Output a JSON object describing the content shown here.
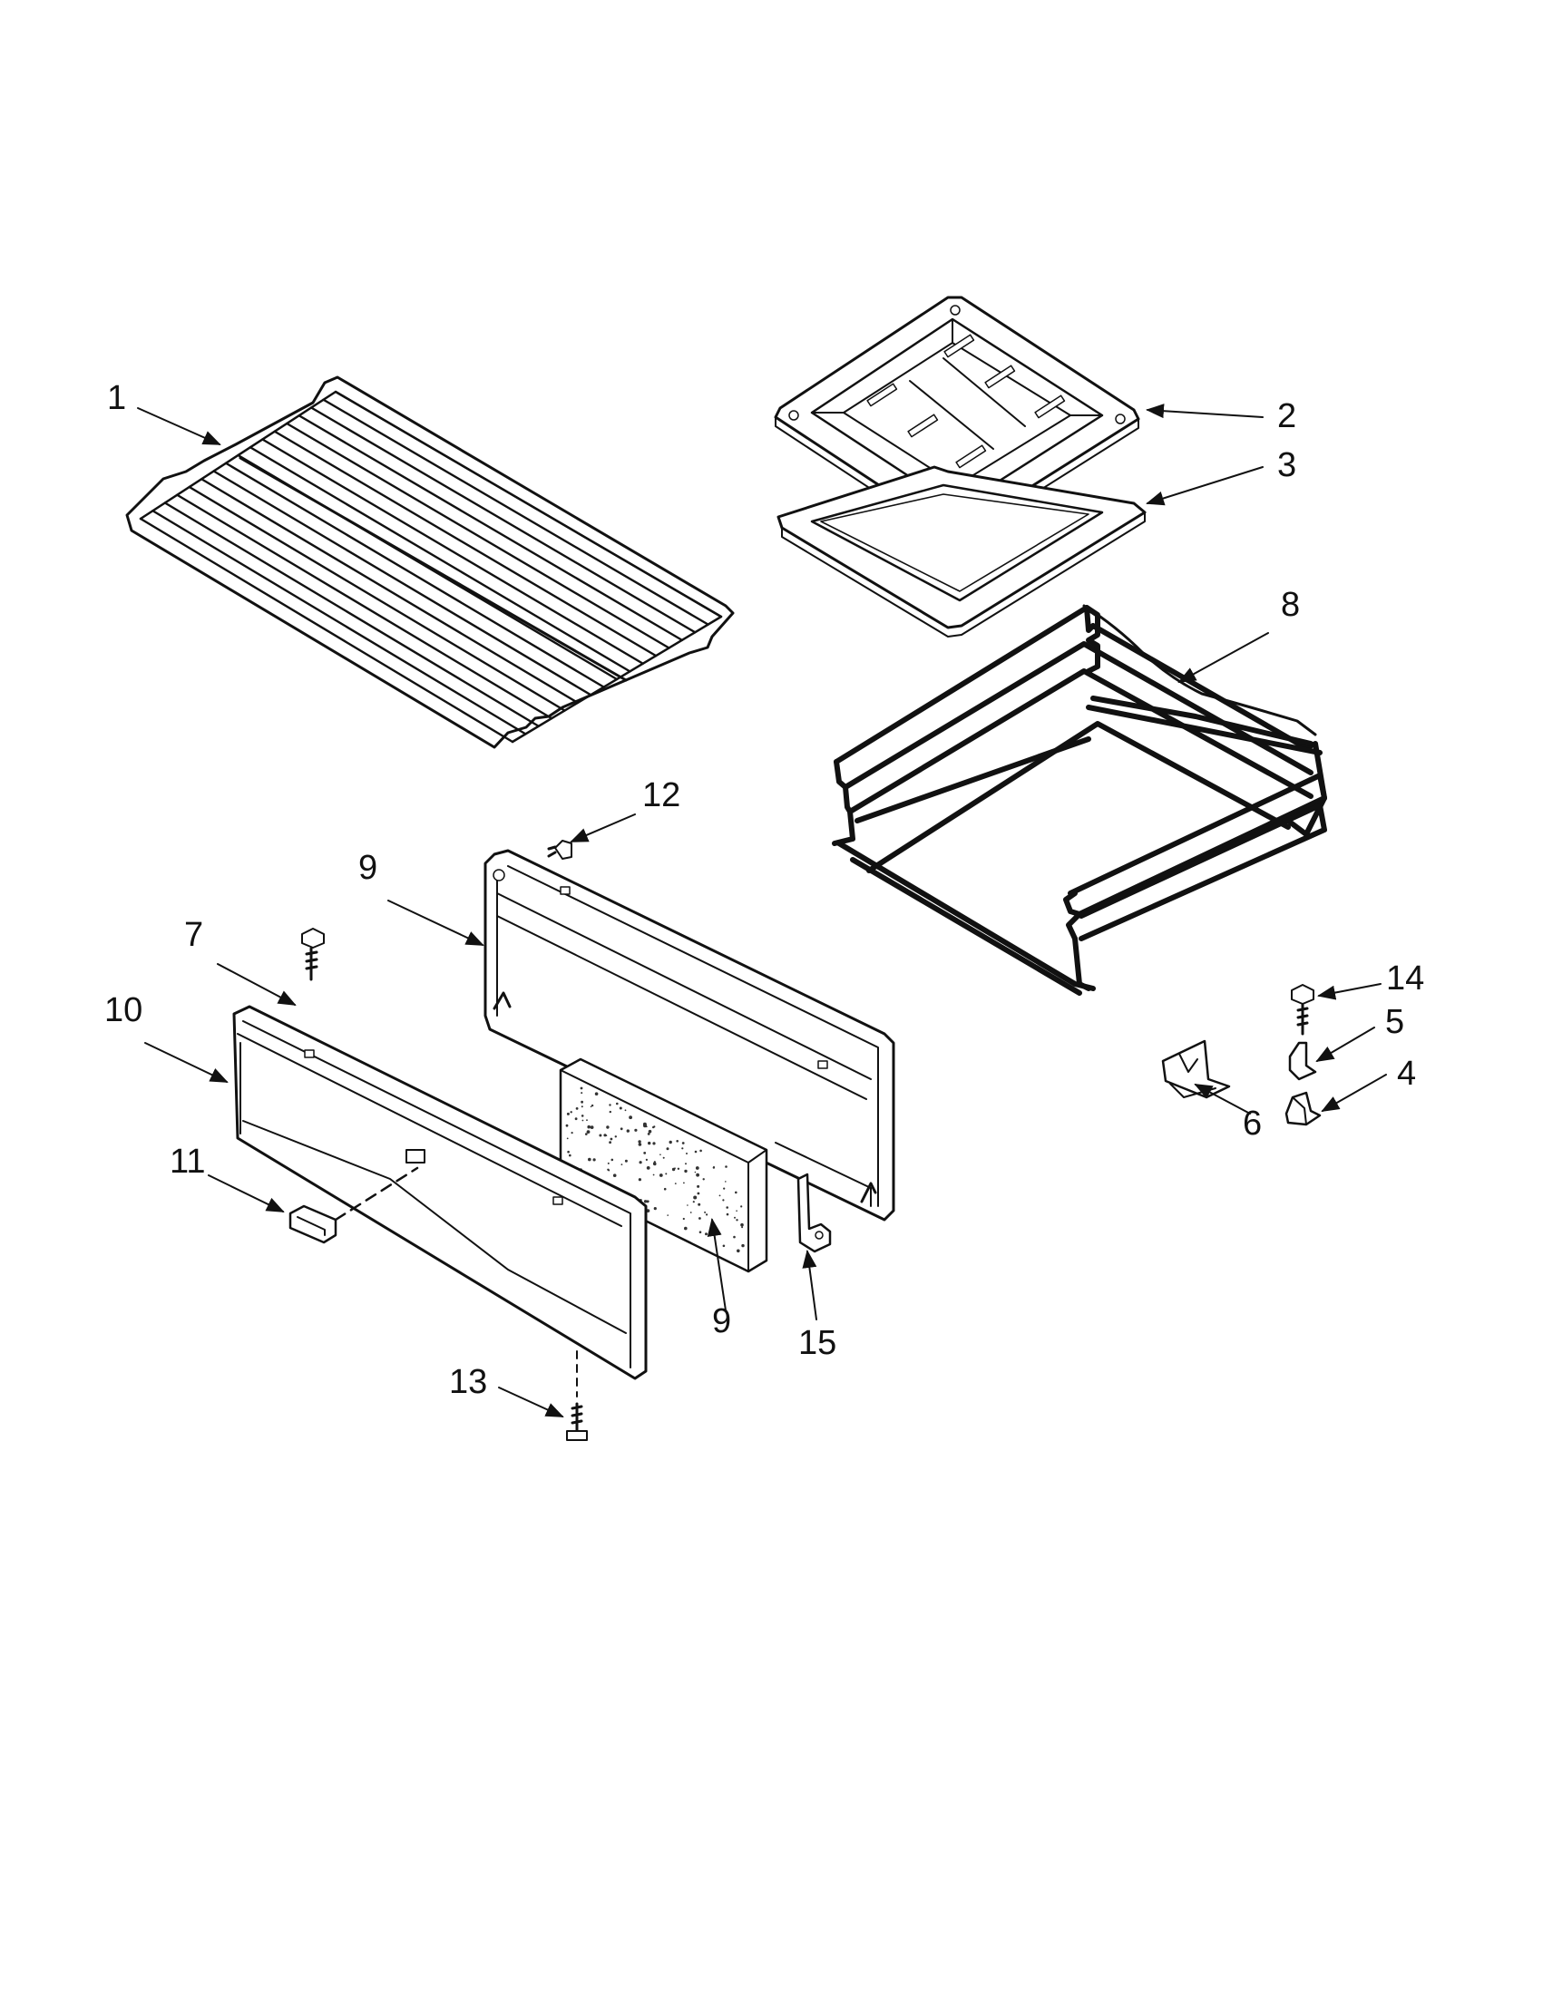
{
  "diagram": {
    "callouts": [
      "1",
      "2",
      "3",
      "8",
      "12",
      "9",
      "7",
      "10",
      "14",
      "5",
      "4",
      "6",
      "11",
      "9",
      "15",
      "13"
    ],
    "parts": {
      "oven_rack": "1",
      "broiler_pan": "2",
      "broiler_pan_insert": "3",
      "drawer_glide_rack": "8",
      "inner_panel_screw": "12",
      "drawer_inner_panel": "9",
      "front_screw": "7",
      "drawer_front": "10",
      "bracket_screw": "14",
      "clip": "5",
      "clip_base": "4",
      "rear_bracket": "6",
      "handle_insert": "11",
      "insulation": "9",
      "side_bracket": "15",
      "bottom_screw": "13"
    }
  }
}
